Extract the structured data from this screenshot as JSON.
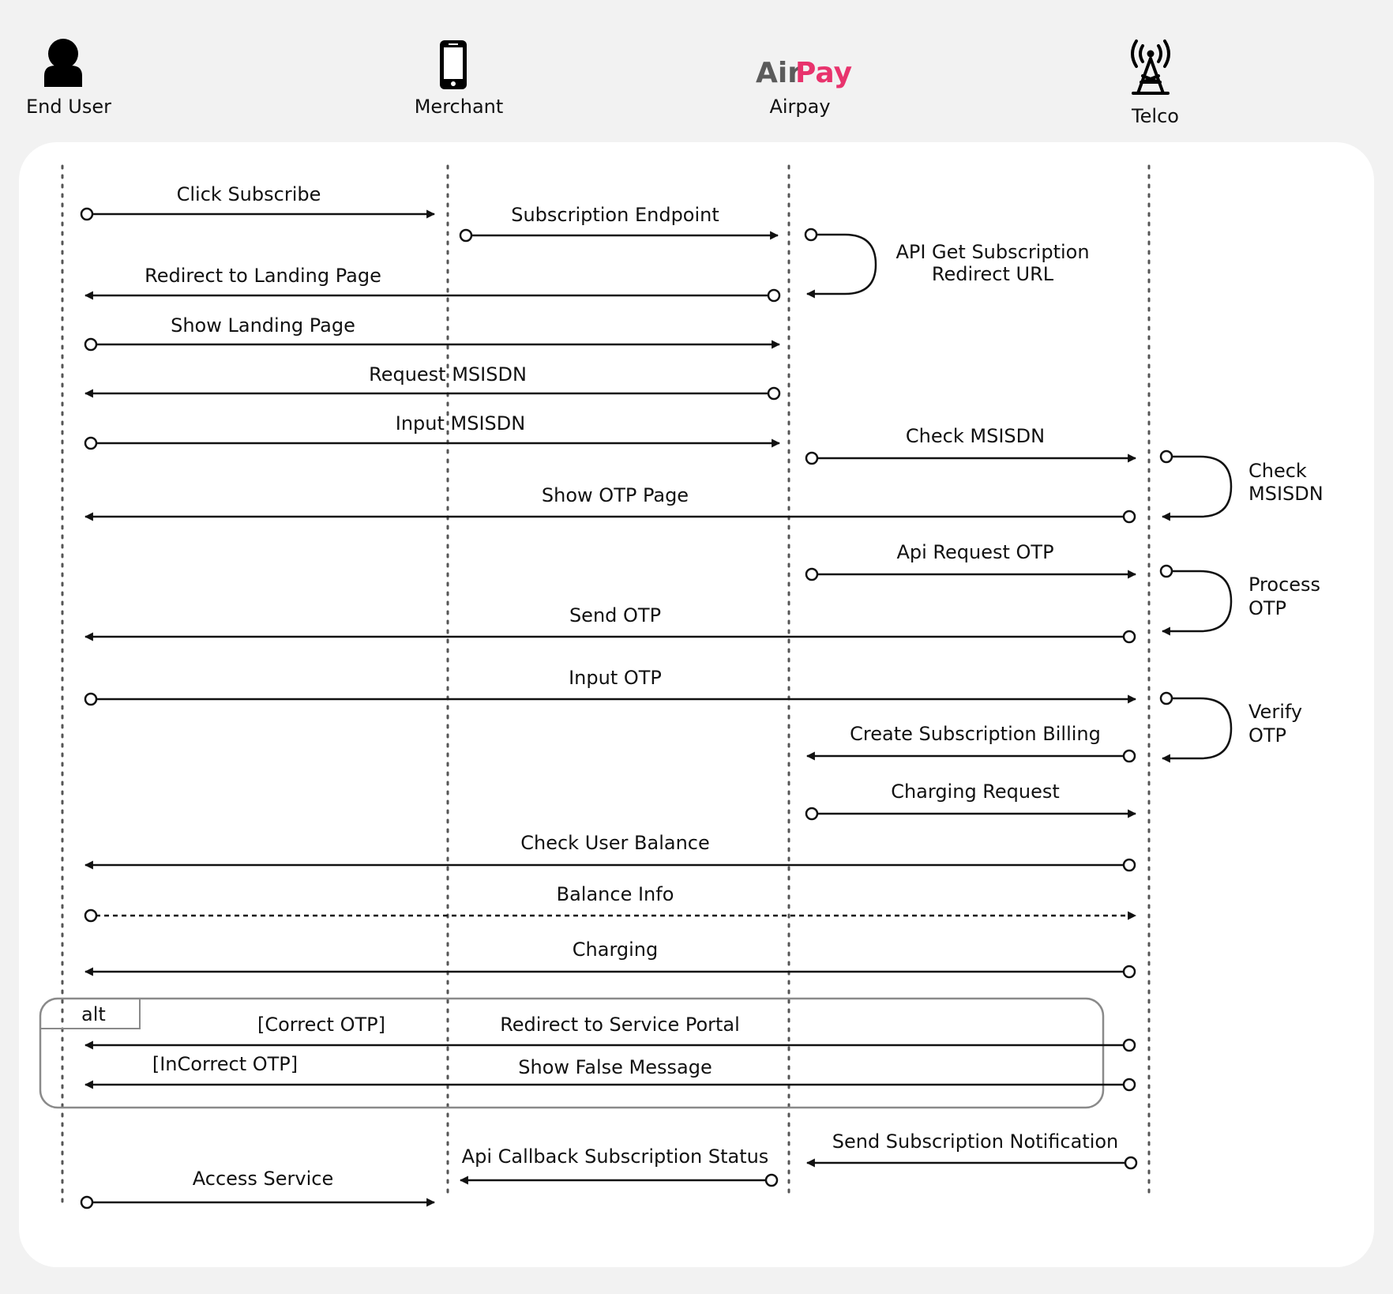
{
  "actors": [
    {
      "id": "user",
      "label": "End User",
      "icon": "user-icon"
    },
    {
      "id": "merchant",
      "label": "Merchant",
      "icon": "mobile-phone-icon"
    },
    {
      "id": "airpay",
      "label": "Airpay",
      "icon": "airpay-logo",
      "logo_text_a": "Air",
      "logo_text_b": "Pay"
    },
    {
      "id": "telco",
      "label": "Telco",
      "icon": "cell-tower-icon"
    }
  ],
  "colors": {
    "background": "#f2f2f2",
    "panel": "#ffffff",
    "line": "#111111",
    "lifeline": "#555555",
    "alt_frame": "#8a8a8a",
    "logo_grey": "#5b5b5b",
    "logo_pink": "#e8336d"
  },
  "messages": [
    {
      "id": "click-subscribe",
      "from": "user",
      "to": "merchant",
      "label": "Click Subscribe",
      "style": "solid"
    },
    {
      "id": "subscription-endpoint",
      "from": "merchant",
      "to": "airpay",
      "label": "Subscription Endpoint",
      "style": "solid"
    },
    {
      "id": "redirect-landing",
      "from": "airpay",
      "to": "user",
      "label": "Redirect to Landing Page",
      "style": "solid"
    },
    {
      "id": "show-landing",
      "from": "user",
      "to": "airpay",
      "label": "Show Landing Page",
      "style": "solid"
    },
    {
      "id": "request-msisdn",
      "from": "airpay",
      "to": "user",
      "label": "Request MSISDN",
      "style": "solid"
    },
    {
      "id": "input-msisdn",
      "from": "user",
      "to": "airpay",
      "label": "Input MSISDN",
      "style": "solid"
    },
    {
      "id": "check-msisdn",
      "from": "airpay",
      "to": "telco",
      "label": "Check MSISDN",
      "style": "solid"
    },
    {
      "id": "show-otp-page",
      "from": "telco",
      "to": "user",
      "label": "Show OTP Page",
      "style": "solid"
    },
    {
      "id": "api-request-otp",
      "from": "airpay",
      "to": "telco",
      "label": "Api Request OTP",
      "style": "solid"
    },
    {
      "id": "send-otp",
      "from": "telco",
      "to": "user",
      "label": "Send OTP",
      "style": "solid"
    },
    {
      "id": "input-otp",
      "from": "user",
      "to": "telco",
      "label": "Input OTP",
      "style": "solid"
    },
    {
      "id": "create-billing",
      "from": "telco",
      "to": "airpay",
      "label": "Create Subscription Billing",
      "style": "solid"
    },
    {
      "id": "charging-request",
      "from": "airpay",
      "to": "telco",
      "label": "Charging Request",
      "style": "solid"
    },
    {
      "id": "check-balance",
      "from": "telco",
      "to": "user",
      "label": "Check User Balance",
      "style": "solid"
    },
    {
      "id": "balance-info",
      "from": "user",
      "to": "telco",
      "label": "Balance Info",
      "style": "dashed"
    },
    {
      "id": "charging",
      "from": "telco",
      "to": "user",
      "label": "Charging",
      "style": "solid"
    },
    {
      "id": "redirect-portal",
      "from": "telco",
      "to": "user",
      "label": "Redirect to Service Portal",
      "style": "solid",
      "guard": "[Correct OTP]"
    },
    {
      "id": "show-false",
      "from": "telco",
      "to": "user",
      "label": "Show False Message",
      "style": "solid",
      "guard": "[InCorrect OTP]"
    },
    {
      "id": "send-notification",
      "from": "telco",
      "to": "airpay",
      "label": "Send Subscription Notification",
      "style": "solid"
    },
    {
      "id": "api-callback",
      "from": "airpay",
      "to": "merchant",
      "label": "Api Callback Subscription Status",
      "style": "solid"
    },
    {
      "id": "access-service",
      "from": "user",
      "to": "merchant",
      "label": "Access Service",
      "style": "solid"
    }
  ],
  "self_calls": [
    {
      "id": "api-get-redirect",
      "actor": "airpay",
      "lines": [
        "API Get Subscription",
        "Redirect URL"
      ]
    },
    {
      "id": "self-check-msisdn",
      "actor": "telco",
      "lines": [
        "Check",
        "MSISDN"
      ]
    },
    {
      "id": "self-process-otp",
      "actor": "telco",
      "lines": [
        "Process",
        "OTP"
      ]
    },
    {
      "id": "self-verify-otp",
      "actor": "telco",
      "lines": [
        "Verify",
        "OTP"
      ]
    }
  ],
  "alt_fragment": {
    "label": "alt"
  }
}
